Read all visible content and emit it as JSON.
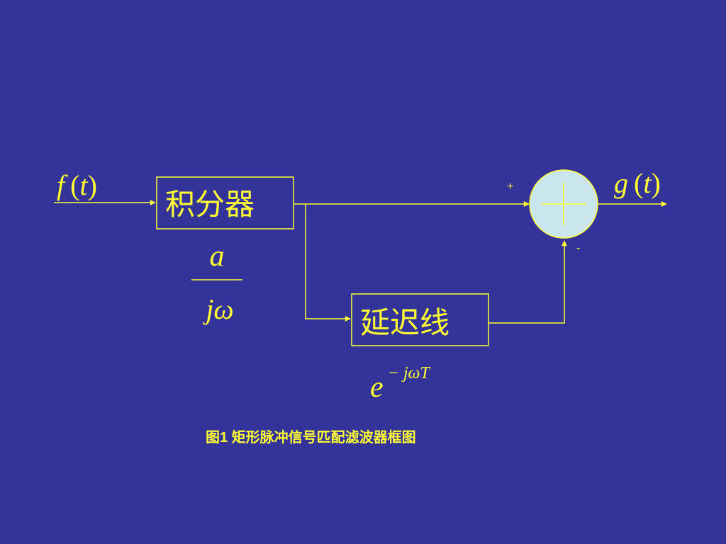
{
  "diagram": {
    "input_signal": {
      "func": "f",
      "var": "t"
    },
    "output_signal": {
      "func": "g",
      "var": "t"
    },
    "integrator": {
      "label": "积分器",
      "tf_numerator": "a",
      "tf_denominator": "jω"
    },
    "delay_line": {
      "label": "延迟线",
      "tf_base": "e",
      "tf_exponent": "− jωT"
    },
    "summer": {
      "plus_sign": "+",
      "minus_sign": "-"
    },
    "caption": "图1 矩形脉冲信号匹配滤波器框图"
  },
  "colors": {
    "background": "#333399",
    "foreground": "#ffff33",
    "summer_fill": "#c9e6ef"
  }
}
